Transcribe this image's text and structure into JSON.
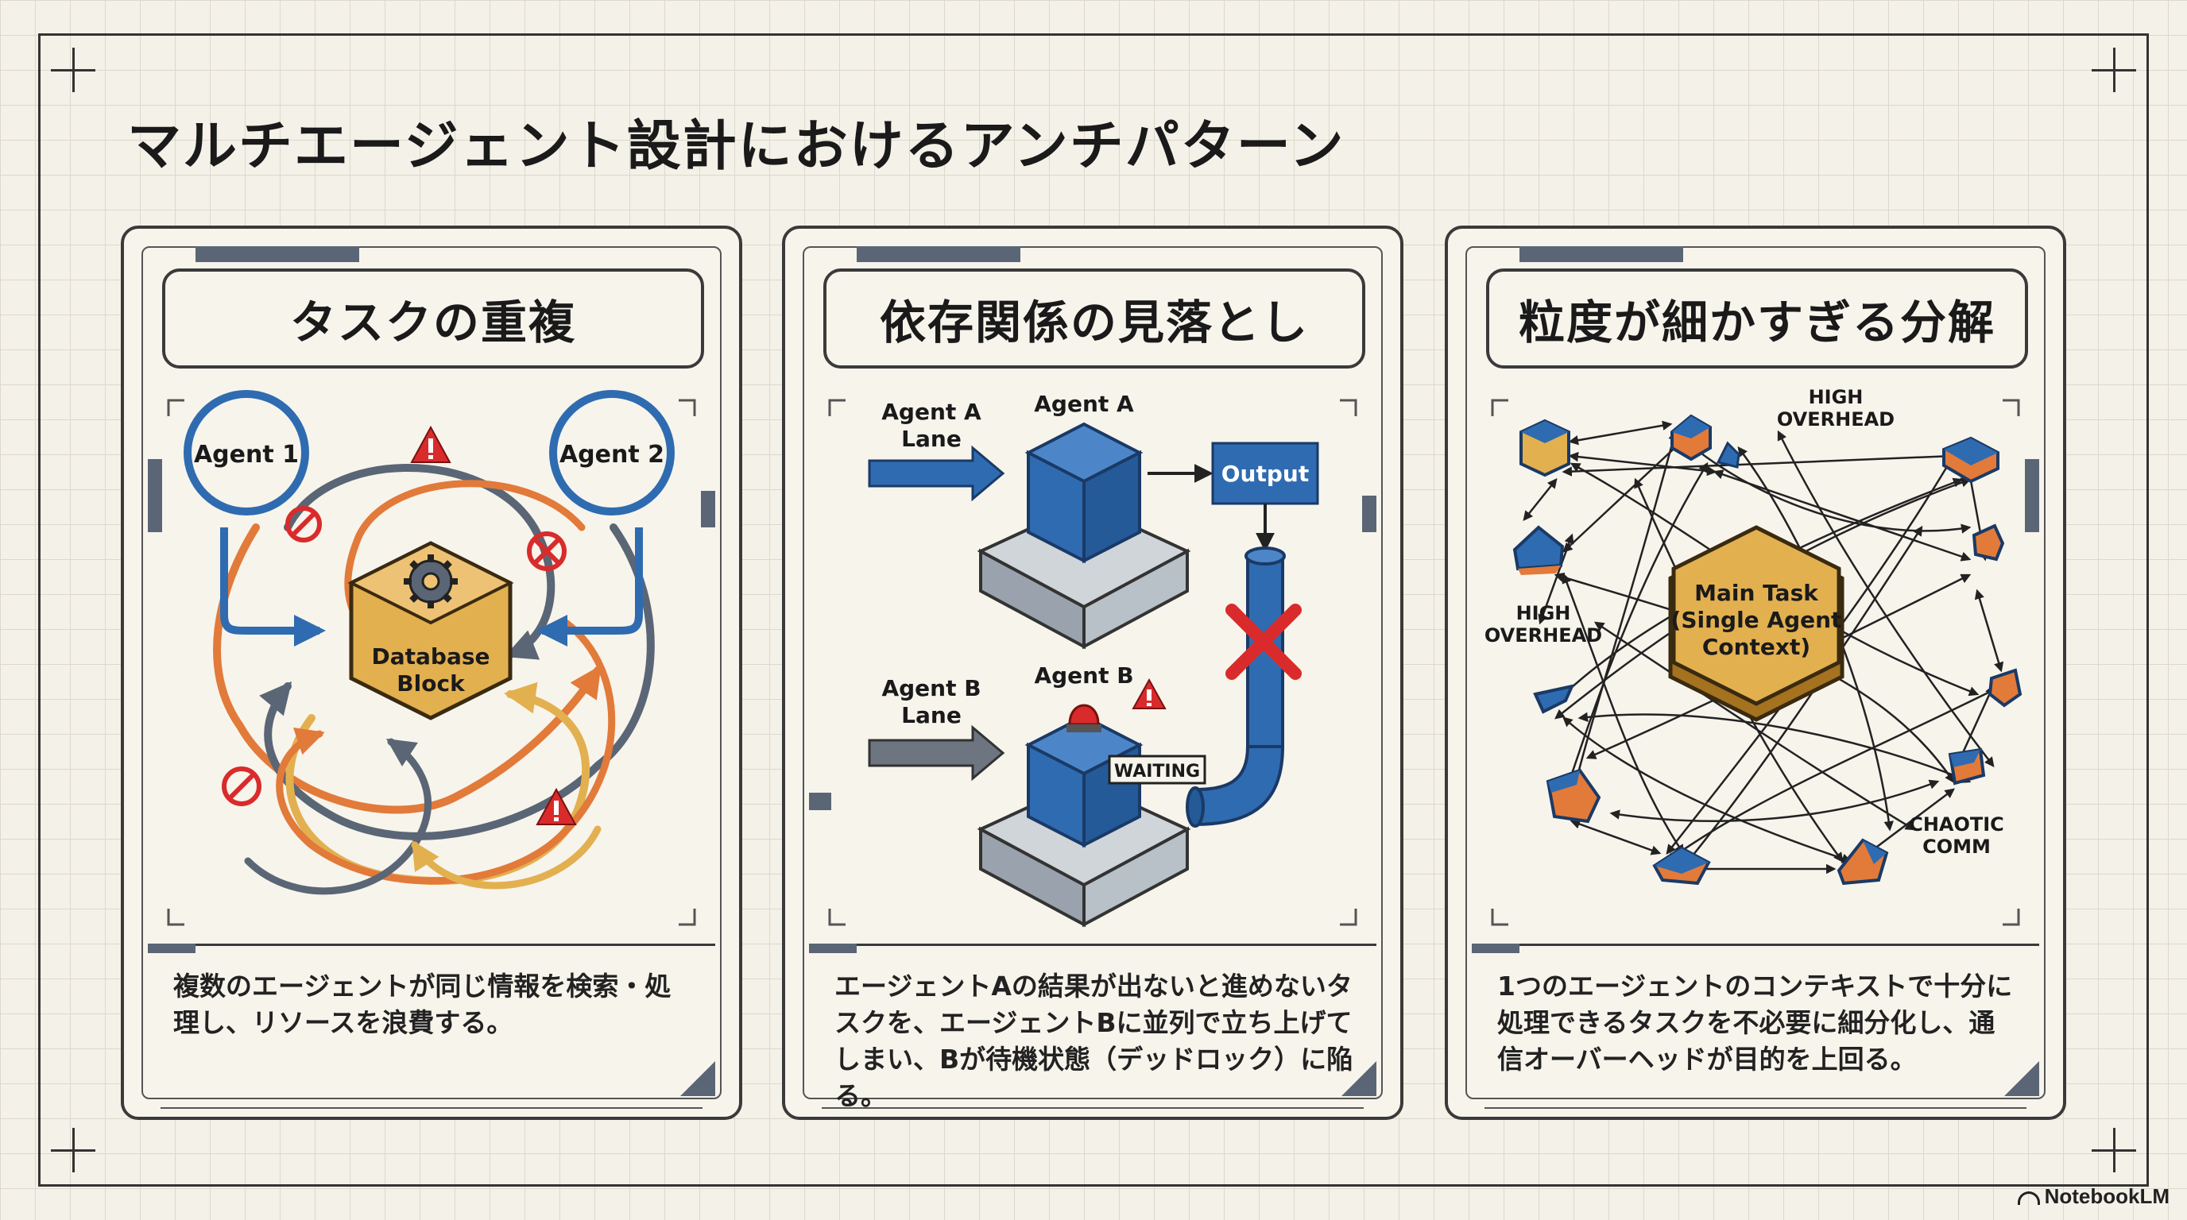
{
  "title": "マルチエージェント設計におけるアンチパターン",
  "colors": {
    "blue": "#2f6bb0",
    "orange": "#e27a3a",
    "gold": "#e3b050",
    "red": "#d92b2b",
    "gray": "#5a6675",
    "paper": "#f7f4ec"
  },
  "cards": [
    {
      "title": "タスクの重複",
      "description": "複数のエージェントが同じ情報を検索・処理し、リソースを浪費する。",
      "labels": {
        "agent1": "Agent 1",
        "agent2": "Agent 2",
        "block_line1": "Database",
        "block_line2": "Block"
      }
    },
    {
      "title": "依存関係の見落とし",
      "description": "エージェントAの結果が出ないと進めないタスクを、エージェントBに並列で立ち上げてしまい、Bが待機状態（デッドロック）に陥る。",
      "labels": {
        "laneA_line1": "Agent A",
        "laneA_line2": "Lane",
        "agentA": "Agent A",
        "output": "Output",
        "laneB_line1": "Agent B",
        "laneB_line2": "Lane",
        "agentB": "Agent B",
        "waiting": "WAITING"
      }
    },
    {
      "title": "粒度が細かすぎる分解",
      "description": "1つのエージェントのコンテキストで十分に処理できるタスクを不必要に細分化し、通信オーバーヘッドが目的を上回る。",
      "labels": {
        "main_line1": "Main Task",
        "main_line2": "(Single Agent",
        "main_line3": "Context)",
        "high_top_line1": "HIGH",
        "high_top_line2": "OVERHEAD",
        "high_left_line1": "HIGH",
        "high_left_line2": "OVERHEAD",
        "chaotic_line1": "CHAOTIC",
        "chaotic_line2": "COMM"
      }
    }
  ],
  "branding": "NotebookLM"
}
